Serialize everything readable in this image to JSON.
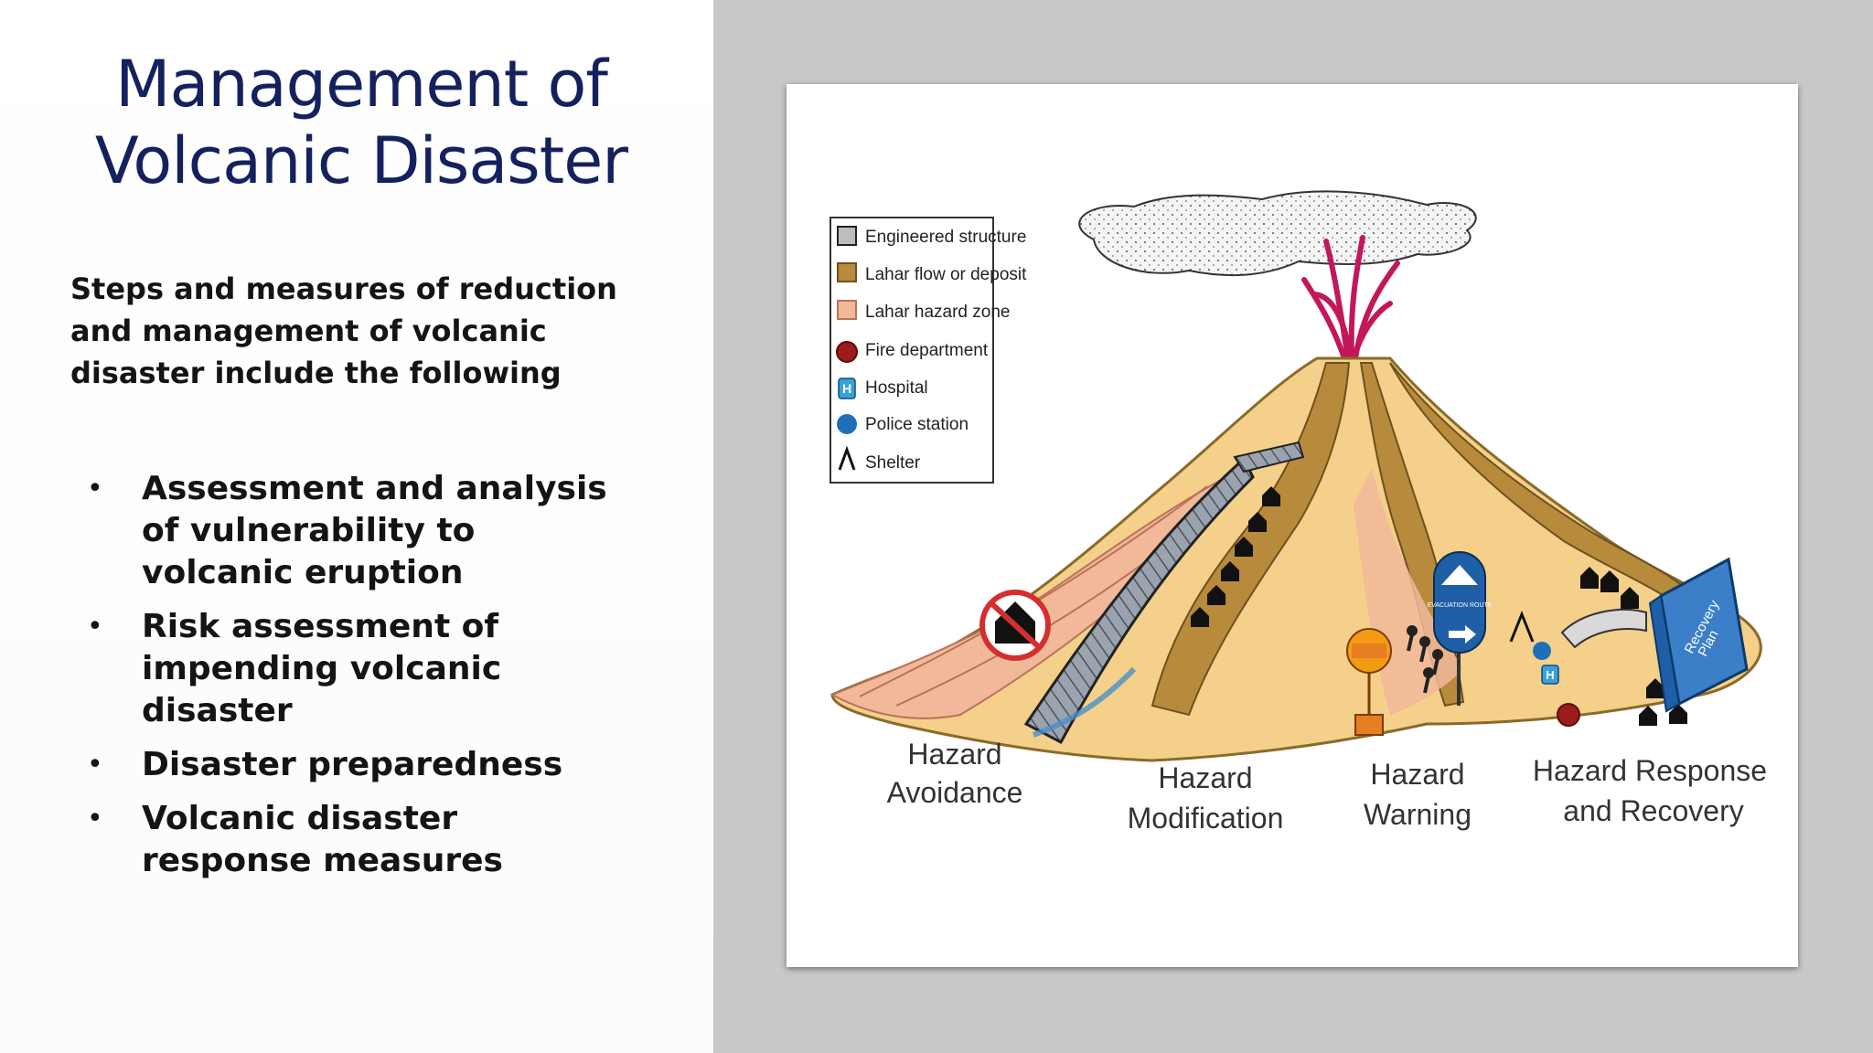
{
  "slide": {
    "title_line1": "Management of",
    "title_line2": "Volcanic Disaster",
    "intro": "Steps and measures of reduction and management of volcanic disaster include the following",
    "bullets": [
      "Assessment and analysis of vulnerability to volcanic eruption",
      "Risk assessment of impending volcanic disaster",
      "Disaster preparedness",
      "Volcanic disaster response measures"
    ]
  },
  "figure": {
    "legend": [
      {
        "label": "Engineered structure",
        "icon": "engineered-structure-swatch"
      },
      {
        "label": "Lahar flow or deposit",
        "icon": "lahar-flow-swatch"
      },
      {
        "label": "Lahar hazard zone",
        "icon": "lahar-hazard-swatch"
      },
      {
        "label": "Fire department",
        "icon": "fire-department-icon"
      },
      {
        "label": "Hospital",
        "icon": "hospital-icon"
      },
      {
        "label": "Police station",
        "icon": "police-station-icon"
      },
      {
        "label": "Shelter",
        "icon": "shelter-icon"
      }
    ],
    "zones": [
      {
        "line1": "Hazard",
        "line2": "Avoidance"
      },
      {
        "line1": "Hazard",
        "line2": "Modification"
      },
      {
        "line1": "Hazard",
        "line2": "Warning"
      },
      {
        "line1": "Hazard Response",
        "line2": "and Recovery"
      }
    ],
    "sign_text": "EVACUATION ROUTE",
    "book_text_line1": "Recovery",
    "book_text_line2": "Plan"
  },
  "colors": {
    "title": "#14215e",
    "mountain": "#f5d08a",
    "lahar_deposit": "#b88a3c",
    "lahar_zone": "#f2b89a",
    "right_background": "#c8c8c8"
  }
}
